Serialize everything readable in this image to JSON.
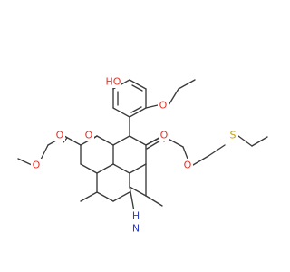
{
  "molecule": {
    "description": "2-ethylsulfanylethyl 4-(3-ethoxy-4-hydroxyphenyl)-2,7-dimethyl-5-oxo-hexahydroquinoline-3,6-dicarboxylate (methyl ester at C6)",
    "colors": {
      "bond": "#3a3a3a",
      "O": "#e8342a",
      "N": "#2c3fc4",
      "S": "#c9a100",
      "C": "#3a3a3a"
    },
    "atom_labels": [
      {
        "id": "HO",
        "text": "HO",
        "element": "O"
      },
      {
        "id": "O_ethoxy",
        "text": "O",
        "element": "O"
      },
      {
        "id": "O_ketone",
        "text": "O",
        "element": "O"
      },
      {
        "id": "O_me_carbonyl",
        "text": "O",
        "element": "O"
      },
      {
        "id": "O_me_ether",
        "text": "O",
        "element": "O"
      },
      {
        "id": "O_est_carbonyl",
        "text": "O",
        "element": "O"
      },
      {
        "id": "O_est_ether",
        "text": "O",
        "element": "O"
      },
      {
        "id": "S",
        "text": "S",
        "element": "S"
      },
      {
        "id": "NH",
        "text": "H\nN",
        "element": "N"
      }
    ]
  }
}
